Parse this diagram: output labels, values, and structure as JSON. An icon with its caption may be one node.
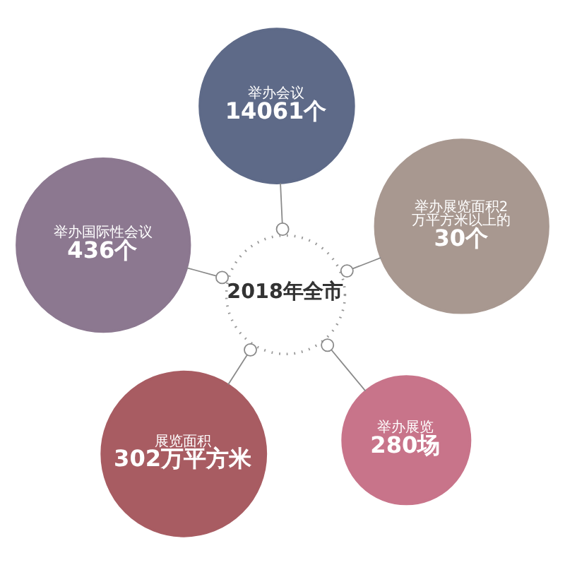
{
  "diagram": {
    "nodes": [
      {
        "text": [
          "2018年全市"
        ]
      },
      {
        "text": [
          "举办展览",
          "280场"
        ]
      },
      {
        "text": [
          "展览面积",
          "302万平方米"
        ]
      },
      {
        "text": [
          "举办国际性会议",
          "436个"
        ]
      },
      {
        "text": [
          "举办展览面积2万平方米以上的",
          "30个"
        ]
      },
      {
        "text": [
          "举办会议",
          "14061个"
        ]
      }
    ],
    "edges": [
      {
        "from": 1,
        "to": 0,
        "arrow": "other"
      },
      {
        "from": 2,
        "to": 0,
        "arrow": "other"
      },
      {
        "from": 3,
        "to": 0,
        "arrow": "other"
      },
      {
        "from": 4,
        "to": 0,
        "arrow": "other"
      },
      {
        "from": 5,
        "to": 0,
        "arrow": "other"
      }
    ]
  }
}
